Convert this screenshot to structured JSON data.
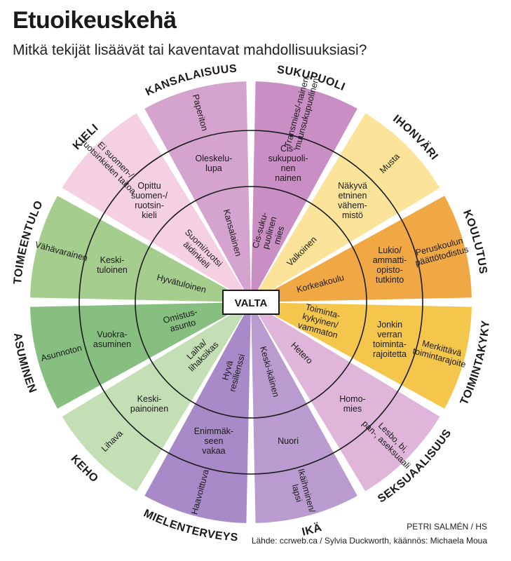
{
  "title": "Etuoikeuskehä",
  "subtitle": "Mitkä tekijät lisäävät tai kaventavat mahdollisuuksiasi?",
  "center_label": "VALTA",
  "credit": "PETRI SALMÉN / HS",
  "source": "Lähde: ccrweb.ca / Sylvia Duckworth, käännös: Michaela Moua",
  "sectors": [
    {
      "category": "SUKUPUOLI",
      "color": "#c98ec4",
      "rings": [
        [
          "Cis-suku-",
          "puolinen",
          "mies"
        ],
        [
          "Cis-",
          "sukupuoli-",
          "nen",
          "nainen"
        ],
        [
          "Transmies/-nainen,",
          "muunsukupuolinen"
        ]
      ]
    },
    {
      "category": "IHONVÄRI",
      "color": "#fbe49a",
      "rings": [
        [
          "Valkoinen"
        ],
        [
          "Näkyvä",
          "etninen",
          "vähem-",
          "mistö"
        ],
        [
          "Musta"
        ]
      ]
    },
    {
      "category": "KOULUTUS",
      "color": "#f0a845",
      "rings": [
        [
          "Korkeakoulu"
        ],
        [
          "Lukio/",
          "ammatti-",
          "opisto-",
          "tutkinto"
        ],
        [
          "Peruskoulun",
          "päättötodistus"
        ]
      ]
    },
    {
      "category": "TOIMINTAKYKY",
      "color": "#f4c64b",
      "rings": [
        [
          "Toiminta-",
          "kykyinen/",
          "vammaton"
        ],
        [
          "Jonkin",
          "verran",
          "toiminta-",
          "rajoitetta"
        ],
        [
          "Merkittävä",
          "toimintarajoite"
        ]
      ]
    },
    {
      "category": "SEKSUAALISUUS",
      "color": "#dfb5d9",
      "rings": [
        [
          "Hetero"
        ],
        [
          "Homo-",
          "mies"
        ],
        [
          "Lesbo, bi,",
          "pan-, aseksuaali"
        ]
      ]
    },
    {
      "category": "IKÄ",
      "color": "#b99bd0",
      "rings": [
        [
          "Keski-ikäinen"
        ],
        [
          "Nuori"
        ],
        [
          "Ikäihminen/",
          "lapsi"
        ]
      ]
    },
    {
      "category": "MIELENTERVEYS",
      "color": "#a88ac9",
      "rings": [
        [
          "Hyvä",
          "resilienssi"
        ],
        [
          "Enimmäk-",
          "seen",
          "vakaa"
        ],
        [
          "Haavoittuva"
        ]
      ]
    },
    {
      "category": "KEHO",
      "color": "#c4deb6",
      "rings": [
        [
          "Laiha/",
          "lihaksikas"
        ],
        [
          "Keski-",
          "painoinen"
        ],
        [
          "Lihava"
        ]
      ]
    },
    {
      "category": "ASUMINEN",
      "color": "#86bf80",
      "rings": [
        [
          "Omistus-",
          "asunto"
        ],
        [
          "Vuokra-",
          "asuminen"
        ],
        [
          "Asunnoton"
        ]
      ]
    },
    {
      "category": "TOIMEENTULO",
      "color": "#a5cd8e",
      "rings": [
        [
          "Hyvätuloinen"
        ],
        [
          "Keski-",
          "tuloinen"
        ],
        [
          "Vähävarainen"
        ]
      ]
    },
    {
      "category": "KIELI",
      "color": "#f5d0e3",
      "rings": [
        [
          "Suomi/ruotsi",
          "äidinkieli"
        ],
        [
          "Opittu",
          "suomen-/",
          "ruotsin-",
          "kieli"
        ],
        [
          "Ei suomen-/",
          "ruotsinkielen taitoa"
        ]
      ]
    },
    {
      "category": "KANSALAISUUS",
      "color": "#d4a3ce",
      "rings": [
        [
          "Kansalainen"
        ],
        [
          "Oleskelu-",
          "lupa"
        ],
        [
          "Paperiton"
        ]
      ]
    }
  ]
}
